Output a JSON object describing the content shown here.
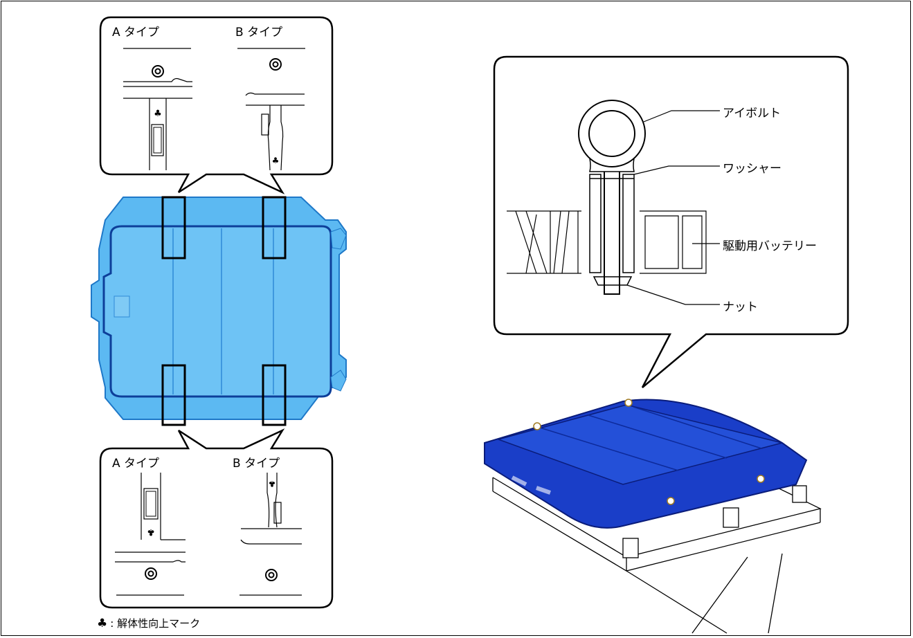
{
  "callouts": {
    "top_left": {
      "type_a": "A タイプ",
      "type_b": "B タイプ"
    },
    "bottom_left": {
      "type_a": "A タイプ",
      "type_b": "B タイプ"
    }
  },
  "labels": {
    "eyebolt": "アイボルト",
    "washer": "ワッシャー",
    "battery": "駆動用バッテリー",
    "nut": "ナット"
  },
  "legend": {
    "symbol": "♣",
    "text": ": 解体性向上マーク"
  },
  "colors": {
    "battery_light": "#5cb9f2",
    "battery_light_edge": "#1e78c8",
    "battery_dark": "#1a3ec8",
    "battery_dark_edge": "#0a1c7a",
    "line": "#000000"
  }
}
